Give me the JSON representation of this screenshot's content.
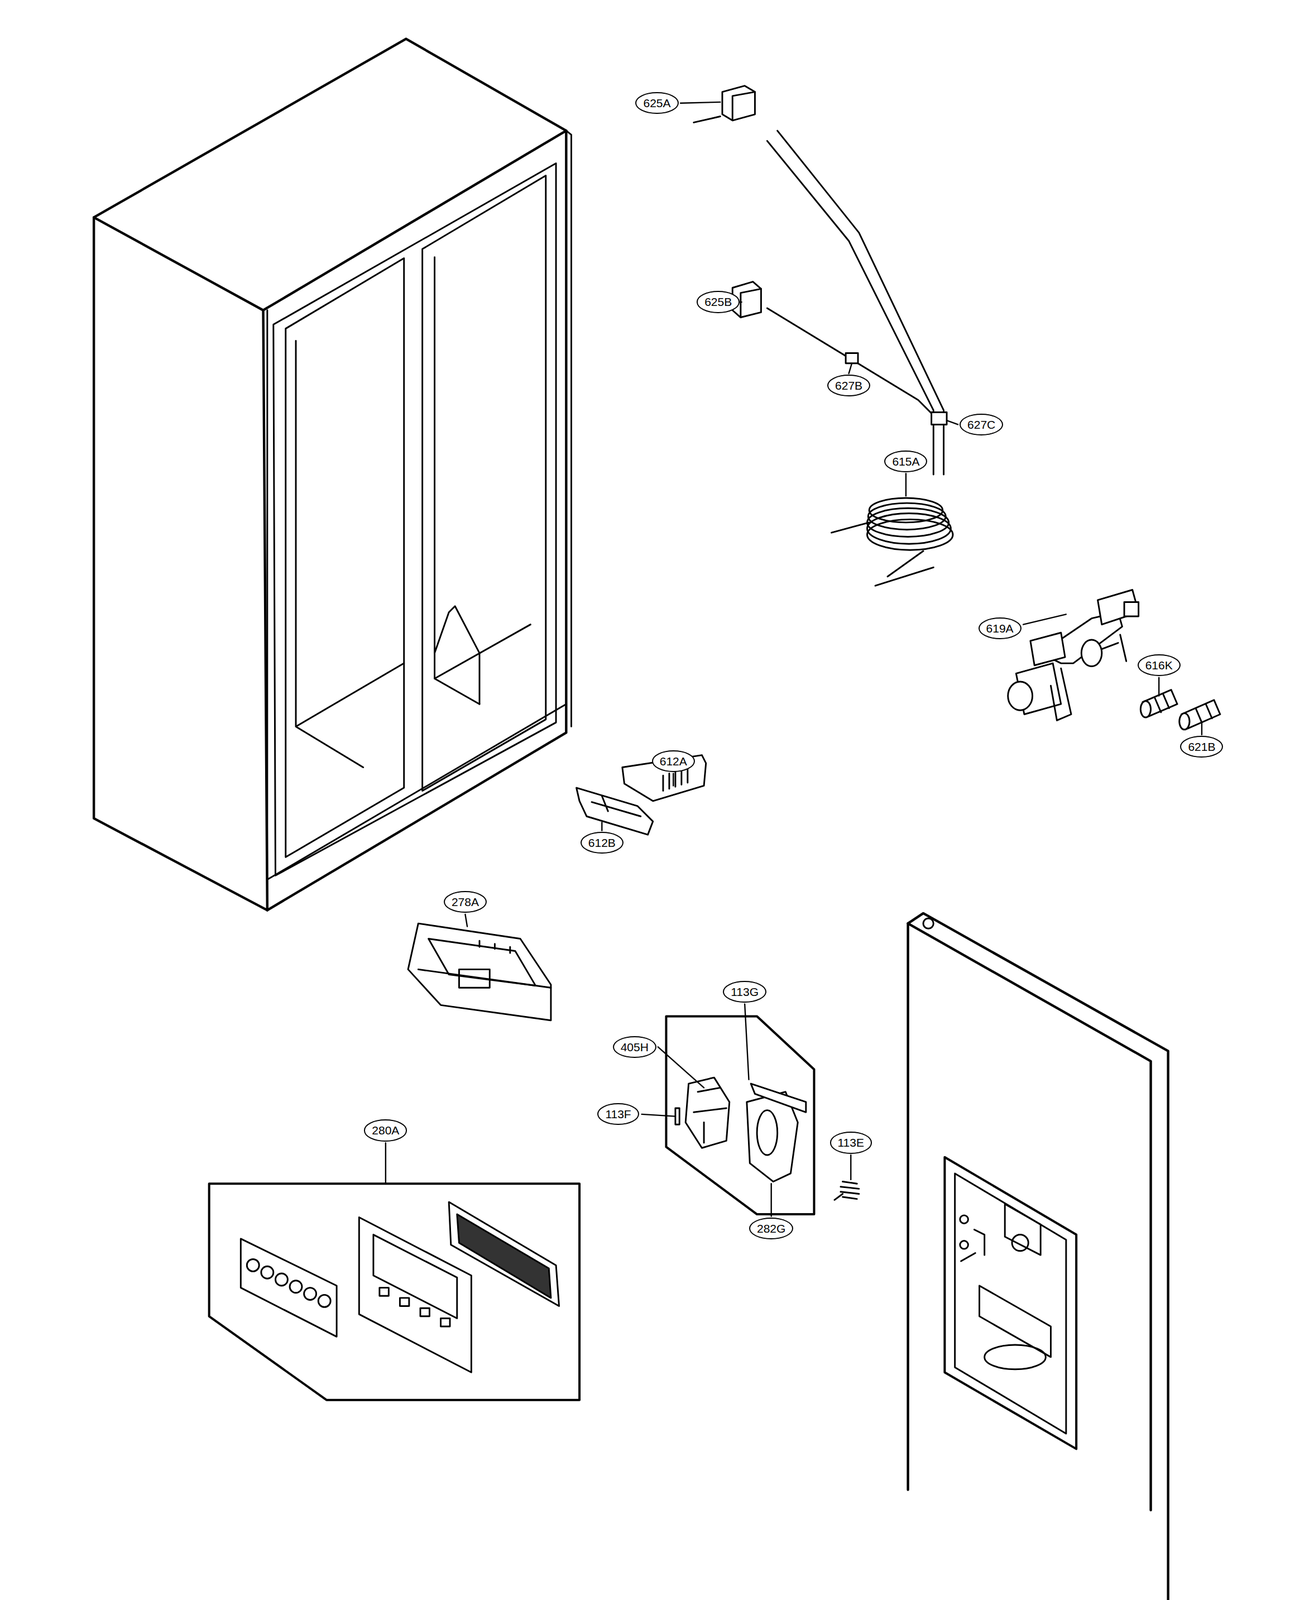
{
  "diagram": {
    "labels": [
      "625A",
      "625B",
      "627B",
      "627C",
      "615A",
      "619A",
      "616K",
      "621B",
      "612A",
      "612B",
      "278A",
      "405H",
      "113G",
      "113F",
      "113E",
      "280A",
      "282G"
    ]
  }
}
